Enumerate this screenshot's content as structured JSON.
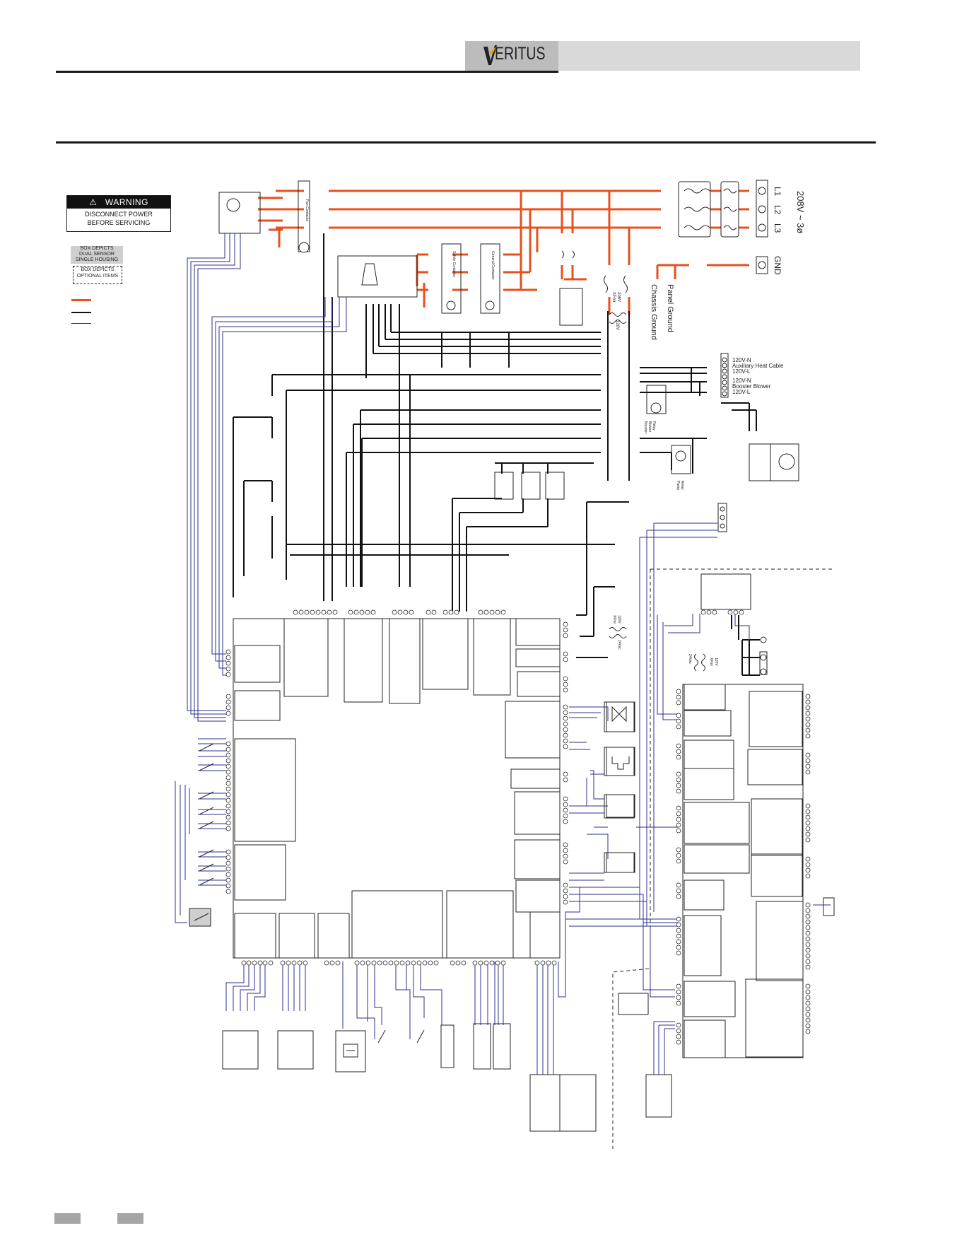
{
  "header": {
    "brand": "ERITUS",
    "brand_full": "VERITUS"
  },
  "warning": {
    "title": "WARNING",
    "line1": "DISCONNECT POWER",
    "line2": "BEFORE SERVICING"
  },
  "legend": {
    "dual_line1": "BOX DEPICTS",
    "dual_line2": "DUAL SENSOR",
    "dual_line3": "SINGLE HOUSING",
    "opt_line1": "BOX DEPICTS",
    "opt_line2": "OPTIONAL ITEMS"
  },
  "power": {
    "supply": "208V ~ 3ø",
    "l1": "L1",
    "l2": "L2",
    "l3": "L3",
    "gnd": "GND",
    "panel_ground": "Panel Ground",
    "chassis_ground": "Chassis Ground"
  },
  "components": {
    "fan_contactor": "Fan Contactor",
    "safety_contactor": "Safety Contactor",
    "general_contactor": "General Contactor",
    "xfmr_top_primary": "208V",
    "xfmr_top_name": "XFmr",
    "xfmr_top_secondary": "120V",
    "aux_n": "120V-N",
    "aux_name": "Auxiliary Heat Cable",
    "aux_l": "120V-L",
    "boost_n": "120V-N",
    "boost_name": "Booster Blower",
    "boost_l": "120V-L",
    "booster_relay_1": "Booster",
    "booster_relay_2": "Blower",
    "booster_relay_3": "Relay",
    "pump_relay_1": "Pump",
    "pump_relay_2": "Relay",
    "xfmr_mid_primary": "120V",
    "xfmr_mid_name": "XFmr",
    "xfmr_mid_secondary": "24Vac",
    "xfmr_opt_secondary": "24Vac",
    "xfmr_opt_name": "XFmr",
    "xfmr_opt_primary": "120V"
  },
  "colors": {
    "line_voltage": "#e8501e",
    "control_120v": "#111111",
    "low_voltage": "#2b2f8f",
    "band": "#d9d9d9"
  }
}
